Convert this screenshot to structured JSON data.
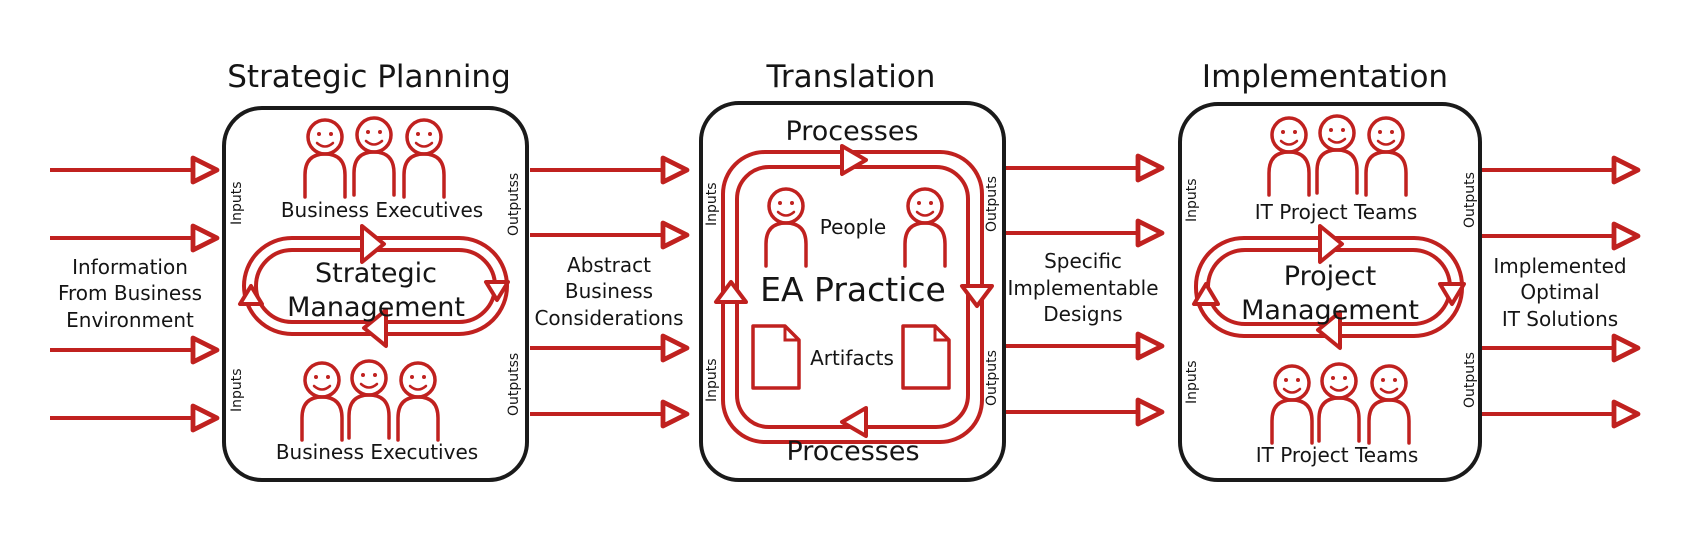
{
  "colors": {
    "accent": "#c0211f",
    "ink": "#151515",
    "box_border": "#1a1a1a",
    "background": "#ffffff"
  },
  "stages": [
    {
      "title": "Strategic Planning",
      "top_group": "Business Executives",
      "bottom_group": "Business Executives",
      "center": [
        "Strategic",
        "Management"
      ],
      "in_top": "Inputs",
      "in_bottom": "Inputs",
      "out_top": "Outputss",
      "out_bottom": "Outputss"
    },
    {
      "title": "Translation",
      "top_group": "Processes",
      "bottom_group": "Processes",
      "people": "People",
      "center": [
        "EA Practice"
      ],
      "artifacts": "Artifacts",
      "in_top": "Inputs",
      "in_bottom": "Inputs",
      "out_top": "Outputs",
      "out_bottom": "Outputs"
    },
    {
      "title": "Implementation",
      "top_group": "IT Project Teams",
      "bottom_group": "IT Project Teams",
      "center": [
        "Project",
        "Management"
      ],
      "in_top": "Inputs",
      "in_bottom": "Inputs",
      "out_top": "Outputs",
      "out_bottom": "Outputs"
    }
  ],
  "flows": [
    [
      "Information",
      "From Business",
      "Environment"
    ],
    [
      "Abstract",
      "Business",
      "Considerations"
    ],
    [
      "Specific",
      "Implementable",
      "Designs"
    ],
    [
      "Implemented",
      "Optimal",
      "IT Solutions"
    ]
  ],
  "icons": [
    "person-icon",
    "document-icon",
    "arrowhead-icon"
  ]
}
